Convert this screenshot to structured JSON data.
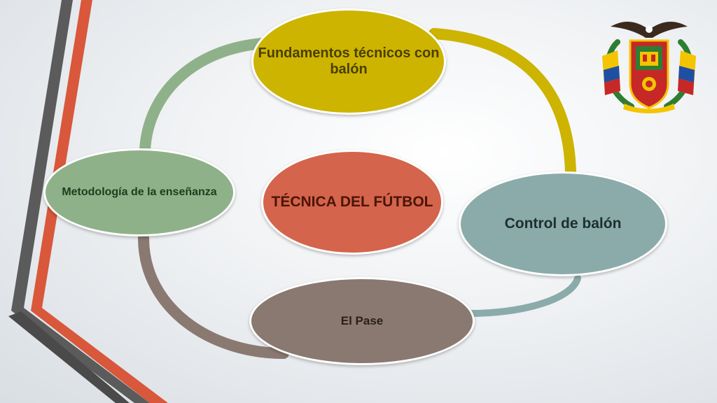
{
  "diagram": {
    "center": {
      "label": "TÉCNICA DEL FÚTBOL"
    },
    "nodes": [
      {
        "id": "top",
        "label": "Fundamentos técnicos con balón",
        "color": "#cdb400"
      },
      {
        "id": "right",
        "label": "Control de balón",
        "color": "#8babaa"
      },
      {
        "id": "bottom",
        "label": "El Pase",
        "color": "#8a7970"
      },
      {
        "id": "left",
        "label": "Metodología de la enseñanza",
        "color": "#8fb18a"
      }
    ],
    "center_color": "#d4644c"
  },
  "logo": {
    "name": "university-coat-of-arms"
  },
  "colors": {
    "stripe_gray": "#5b5b5b",
    "stripe_orange": "#d9573b"
  }
}
